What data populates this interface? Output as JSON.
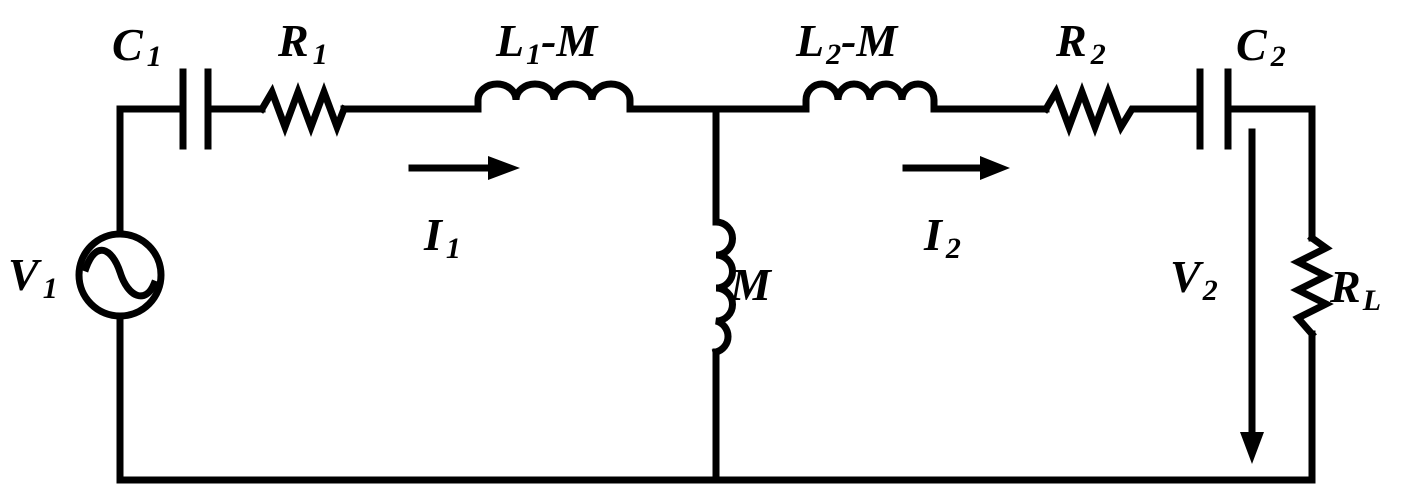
{
  "diagram": {
    "title": "",
    "components": {
      "C1": {
        "main": "C",
        "sub": "1"
      },
      "R1": {
        "main": "R",
        "sub": "1"
      },
      "L1M": {
        "main": "L",
        "sub": "1",
        "suffix": "-M"
      },
      "L2M": {
        "main": "L",
        "sub": "2",
        "suffix": "-M"
      },
      "R2": {
        "main": "R",
        "sub": "2"
      },
      "C2": {
        "main": "C",
        "sub": "2"
      },
      "V1": {
        "main": "V",
        "sub": "1"
      },
      "M": {
        "main": "M"
      },
      "RL": {
        "main": "R",
        "sub": "L"
      }
    },
    "currents": {
      "I1": {
        "main": "I",
        "sub": "1"
      },
      "I2": {
        "main": "I",
        "sub": "2"
      }
    },
    "voltages": {
      "V2": {
        "main": "V",
        "sub": "2"
      }
    },
    "colors": {
      "line": "#000000",
      "background": "#ffffff"
    }
  }
}
